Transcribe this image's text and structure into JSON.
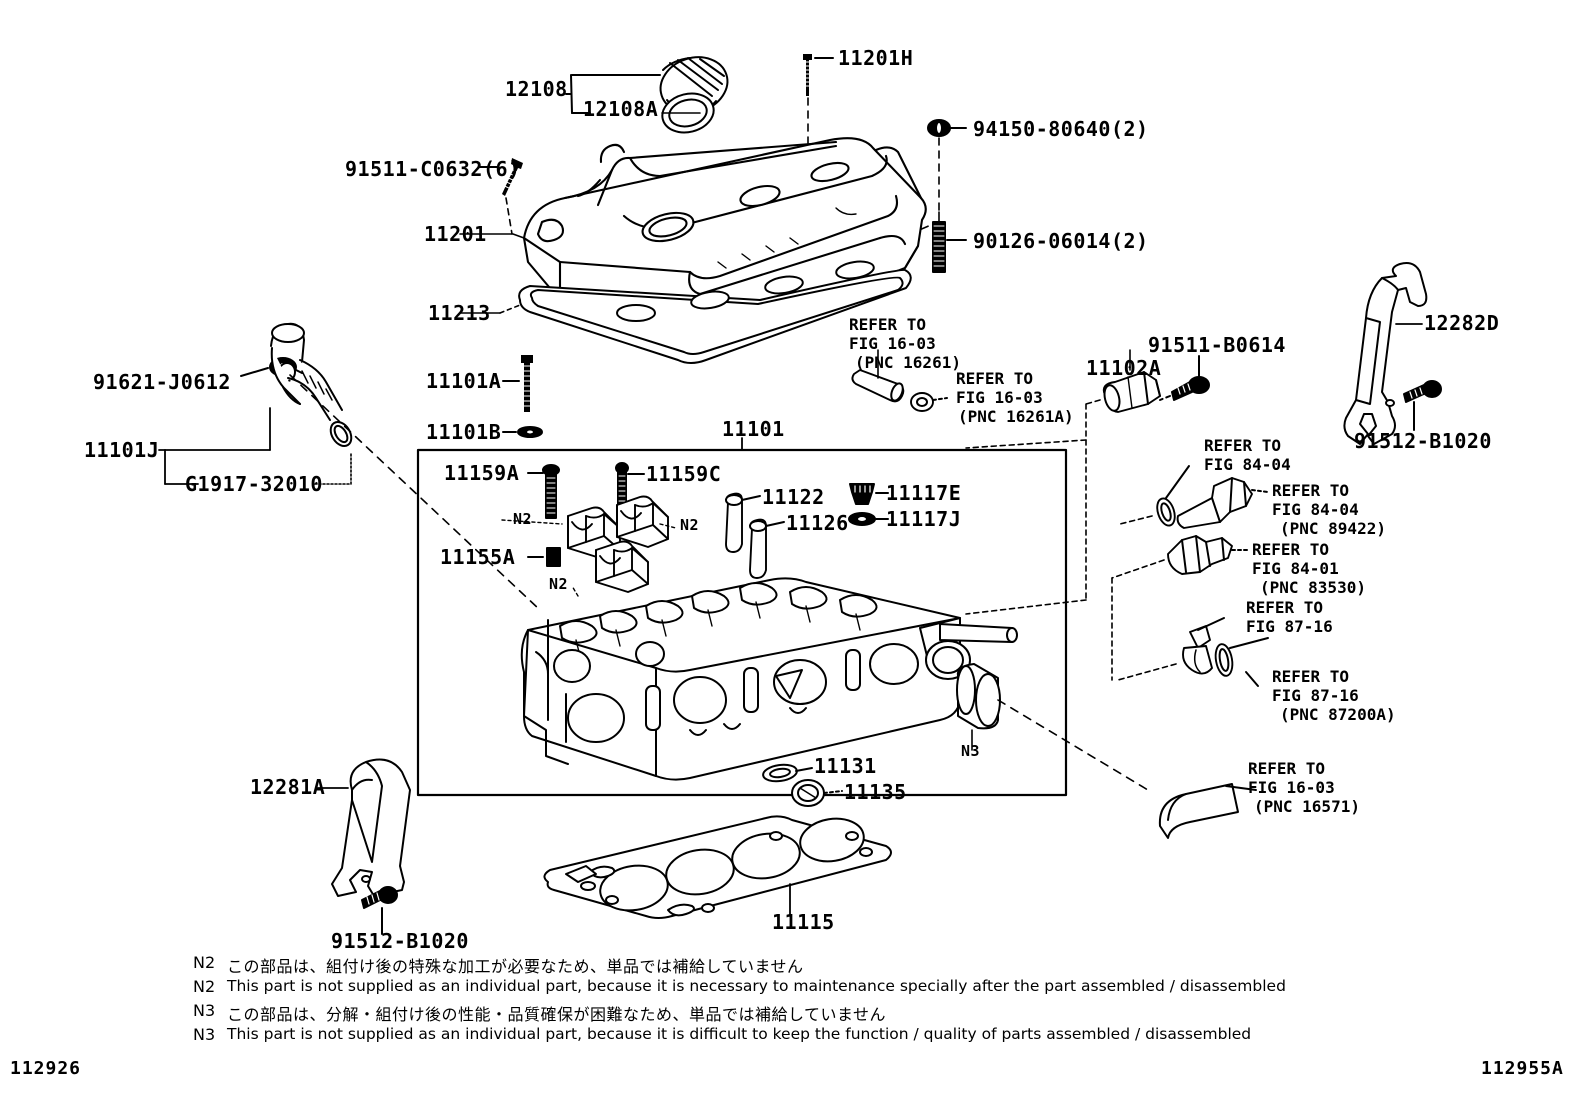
{
  "diagram": {
    "title": "Cylinder Head Parts Diagram",
    "code_left": "112926",
    "code_right": "112955A"
  },
  "labels": {
    "l12108": "12108",
    "l12108a": "12108A",
    "l11201h": "11201H",
    "l94150": "94150-80640(2)",
    "l90126": "90126-06014(2)",
    "l91511c0632": "91511-C0632(6)",
    "l11201": "11201",
    "l11213": "11213",
    "l11101a": "11101A",
    "l11101b": "11101B",
    "l11101": "11101",
    "l91621": "91621-J0612",
    "l11101j": "11101J",
    "lg1917": "G1917-32010",
    "l11159a": "11159A",
    "l11159c": "11159C",
    "l11122": "11122",
    "l11126": "11126",
    "l11155a": "11155A",
    "l11117e": "11117E",
    "l11117j": "11117J",
    "l11102a": "11102A",
    "l91511b0614": "91511-B0614",
    "l12282d": "12282D",
    "l91512b1020_right": "91512-B1020",
    "l91512b1020_left": "91512-B1020",
    "l12281a": "12281A",
    "l11131": "11131",
    "l11135": "11135",
    "l11115": "11115",
    "n2_a": "N2",
    "n2_b": "N2",
    "n2_c": "N2",
    "n3_a": "N3"
  },
  "references": {
    "r1": {
      "line1": "REFER TO",
      "line2": "FIG 16-03",
      "line3": "(PNC 16261)"
    },
    "r2": {
      "line1": "REFER TO",
      "line2": "FIG 16-03",
      "line3": "(PNC 16261A)"
    },
    "r3": {
      "line1": "REFER TO",
      "line2": "FIG 84-04",
      "line3": ""
    },
    "r4": {
      "line1": "REFER TO",
      "line2": "FIG 84-04",
      "line3": "(PNC 89422)"
    },
    "r5": {
      "line1": "REFER TO",
      "line2": "FIG 84-01",
      "line3": "(PNC 83530)"
    },
    "r6": {
      "line1": "REFER TO",
      "line2": "FIG 87-16",
      "line3": ""
    },
    "r7": {
      "line1": "REFER TO",
      "line2": "FIG 87-16",
      "line3": "(PNC 87200A)"
    },
    "r8": {
      "line1": "REFER TO",
      "line2": "FIG 16-03",
      "line3": "(PNC 16571)"
    }
  },
  "notes": [
    {
      "tag": "N2",
      "text": "この部品は、組付け後の特殊な加工が必要なため、単品では補給していません",
      "lang": "jp"
    },
    {
      "tag": "N2",
      "text": "This part is not supplied as an individual part, because it is necessary to maintenance specially after the part assembled / disassembled",
      "lang": "en"
    },
    {
      "tag": "N3",
      "text": "この部品は、分解・組付け後の性能・品質確保が困難なため、単品では補給していません",
      "lang": "jp"
    },
    {
      "tag": "N3",
      "text": "This part is not supplied as an individual part, because it is difficult to keep the function / quality of parts  assembled / disassembled",
      "lang": "en"
    }
  ]
}
